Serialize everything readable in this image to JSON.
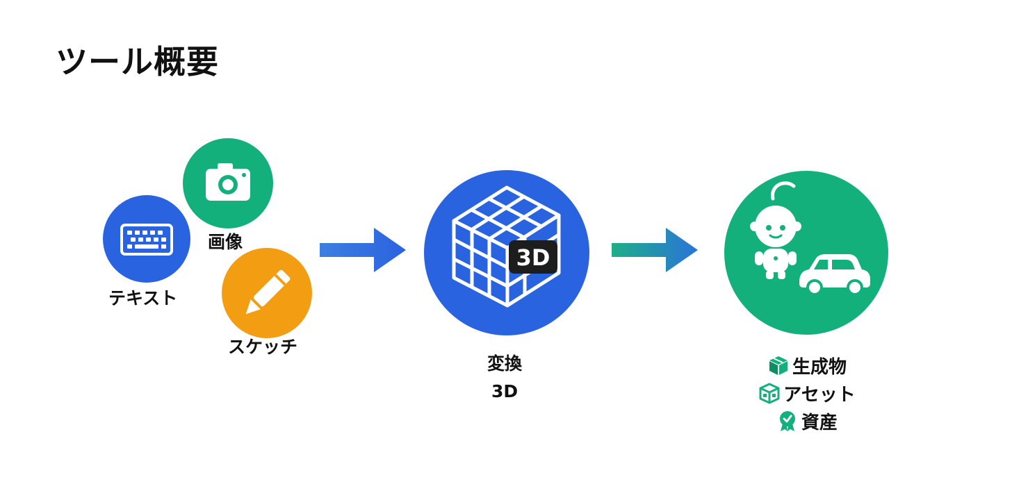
{
  "title": "ツール概要",
  "inputs": {
    "text_label": "テキスト",
    "image_label": "画像",
    "sketch_label": "スケッチ"
  },
  "convert": {
    "badge": "3D",
    "label_line1": "変換",
    "label_line2": "3D"
  },
  "outputs": [
    {
      "label": "生成物",
      "icon": "package-icon"
    },
    {
      "label": "アセット",
      "icon": "cube-icon"
    },
    {
      "label": "資産",
      "icon": "award-badge-icon"
    }
  ],
  "colors": {
    "blue": "#2a63e0",
    "green": "#13b07c",
    "orange": "#f29d12",
    "dark_badge": "#1d1d1d"
  }
}
